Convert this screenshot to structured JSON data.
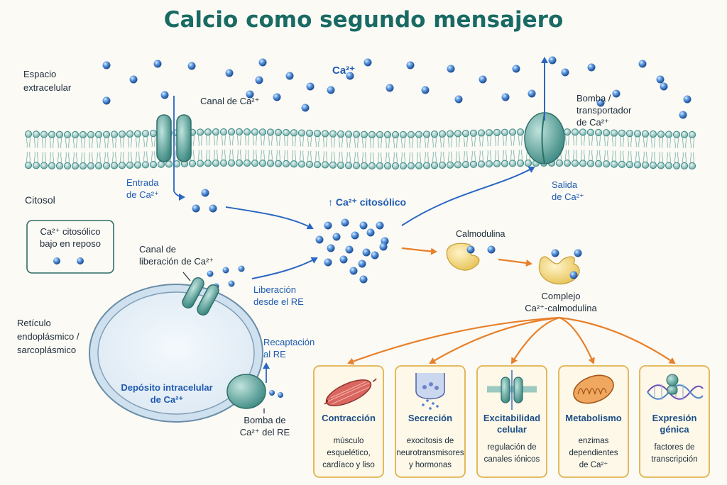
{
  "title": "Calcio como segundo mensajero",
  "labels": {
    "extracellular": [
      "Espacio",
      "extracelular"
    ],
    "ca_ion": "Ca²⁺",
    "channel": "Canal de Ca²⁺",
    "pump": [
      "Bomba /",
      "transportador",
      "de Ca²⁺"
    ],
    "cytosol": "Citosol",
    "entry": [
      "Entrada",
      "de Ca²⁺"
    ],
    "exit": [
      "Salida",
      "de Ca²⁺"
    ],
    "cytosolic_up": "↑ Ca²⁺ citosólico",
    "resting": [
      "Ca²⁺ citosólico",
      "bajo en reposo"
    ],
    "calmodulin": "Calmodulina",
    "complex": [
      "Complejo",
      "Ca²⁺-calmodulina"
    ],
    "release_channel": [
      "Canal de",
      "liberación de Ca²⁺"
    ],
    "release": [
      "Liberación",
      "desde el RE"
    ],
    "er": [
      "Retículo",
      "endoplásmico /",
      "sarcoplásmico"
    ],
    "reuptake": [
      "Recaptación",
      "al RE"
    ],
    "deposit": [
      "Depósito intracelular",
      "de Ca²⁺"
    ],
    "er_pump": [
      "Bomba de",
      "Ca²⁺ del RE"
    ]
  },
  "effects": [
    {
      "title": [
        "Contracción"
      ],
      "desc": [
        "músculo",
        "esquelético,",
        "cardíaco y liso"
      ],
      "icon": "muscle-icon"
    },
    {
      "title": [
        "Secreción"
      ],
      "desc": [
        "exocitosis de",
        "neurotransmisores",
        "y hormonas"
      ],
      "icon": "synapse-icon"
    },
    {
      "title": [
        "Excitabilidad",
        "celular"
      ],
      "desc": [
        "regulación de",
        "canales iónicos"
      ],
      "icon": "ion-channel-icon"
    },
    {
      "title": [
        "Metabolismo"
      ],
      "desc": [
        "enzimas",
        "dependientes",
        "de Ca²⁺"
      ],
      "icon": "mitochondria-icon"
    },
    {
      "title": [
        "Expresión",
        "génica"
      ],
      "desc": [
        "factores de",
        "transcripción"
      ],
      "icon": "dna-icon"
    }
  ],
  "colors": {
    "title": "#1a6a64",
    "ion": "#3f7fd0",
    "membrane": "#3d8a86",
    "text_blue": "#1f5bb0",
    "arrow_blue": "#2a66c2",
    "arrow_orange": "#e8802a",
    "card_border": "#e0b24c",
    "calmodulin": "#f2d77a"
  }
}
